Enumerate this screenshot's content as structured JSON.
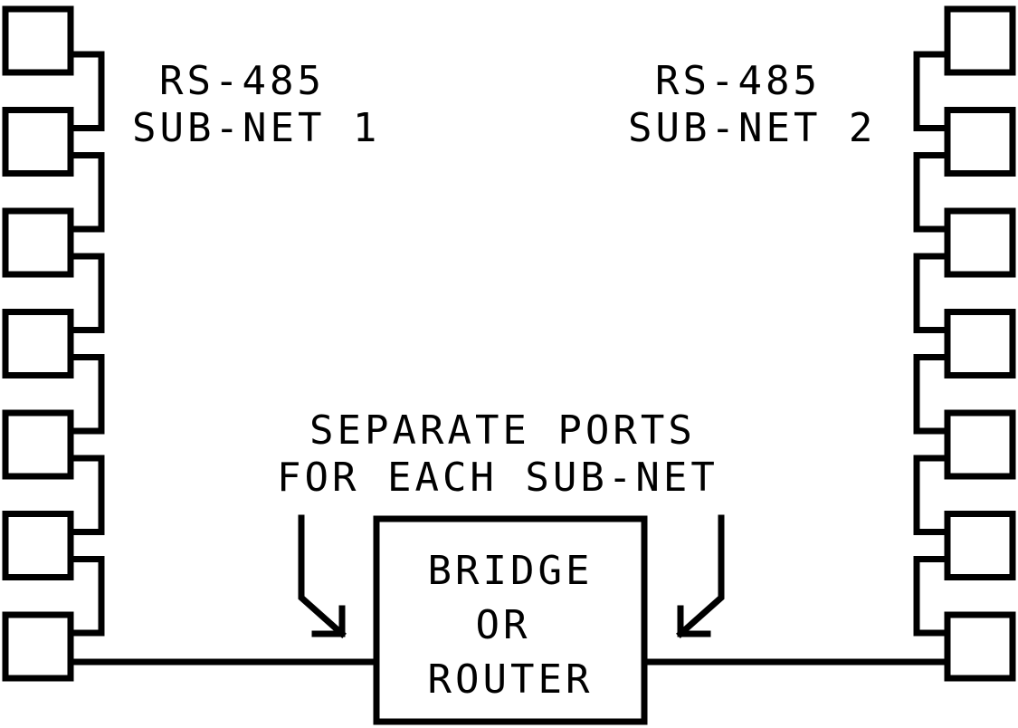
{
  "subnet1": {
    "line1": "RS-485",
    "line2": "SUB-NET 1",
    "node_count": 7
  },
  "subnet2": {
    "line1": "RS-485",
    "line2": "SUB-NET 2",
    "node_count": 7
  },
  "ports_note": {
    "line1": "SEPARATE PORTS",
    "line2": "FOR EACH SUB-NET"
  },
  "device": {
    "line1": "BRIDGE",
    "line2": "OR",
    "line3": "ROUTER"
  },
  "colors": {
    "ink": "#000000",
    "background": "#ffffff"
  }
}
